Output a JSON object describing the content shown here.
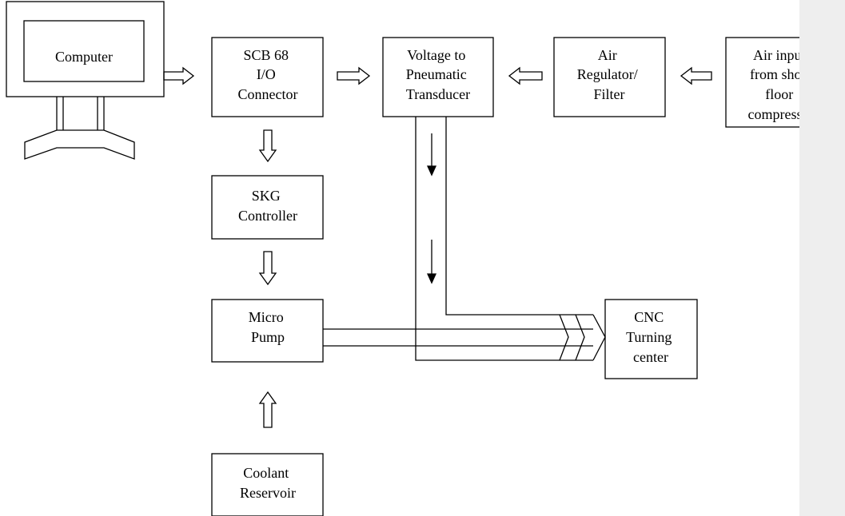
{
  "nodes": {
    "computer": [
      "Computer"
    ],
    "scb68": [
      "SCB 68",
      "I/O",
      "Connector"
    ],
    "vp_transducer": [
      "Voltage to",
      "Pneumatic",
      "Transducer"
    ],
    "air_regulator": [
      "Air",
      "Regulator/",
      "Filter"
    ],
    "air_input": [
      "Air input",
      "from shop",
      "floor",
      "compressor"
    ],
    "skg_controller": [
      "SKG",
      "Controller"
    ],
    "micro_pump": [
      "Micro",
      "Pump"
    ],
    "coolant_reservoir": [
      "Coolant",
      "Reservoir"
    ],
    "cnc": [
      "CNC",
      "Turning",
      "center"
    ]
  },
  "edges": [
    {
      "from": "computer",
      "to": "scb68"
    },
    {
      "from": "scb68",
      "to": "vp_transducer"
    },
    {
      "from": "air_regulator",
      "to": "vp_transducer"
    },
    {
      "from": "air_input",
      "to": "air_regulator"
    },
    {
      "from": "scb68",
      "to": "skg_controller"
    },
    {
      "from": "skg_controller",
      "to": "micro_pump"
    },
    {
      "from": "coolant_reservoir",
      "to": "micro_pump"
    },
    {
      "from": "vp_transducer",
      "to": "cnc"
    },
    {
      "from": "micro_pump",
      "to": "cnc"
    }
  ],
  "colors": {
    "stroke": "#000000",
    "background": "#ffffff",
    "margin_panel": "#eeeeee"
  }
}
